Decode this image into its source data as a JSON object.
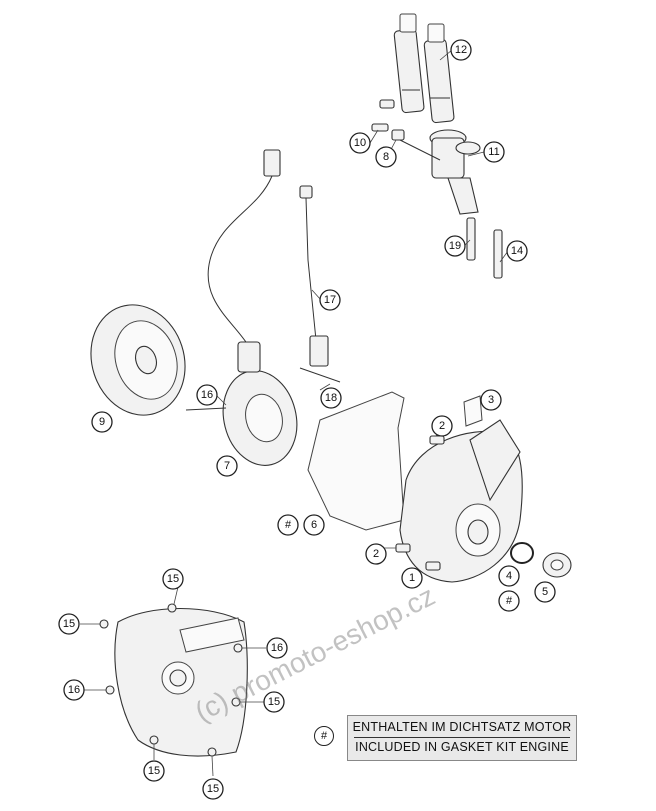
{
  "callouts": [
    {
      "id": "c12",
      "label": "12"
    },
    {
      "id": "c11",
      "label": "11"
    },
    {
      "id": "c10",
      "label": "10"
    },
    {
      "id": "c8",
      "label": "8"
    },
    {
      "id": "c19",
      "label": "19"
    },
    {
      "id": "c14",
      "label": "14"
    },
    {
      "id": "c17",
      "label": "17"
    },
    {
      "id": "c16a",
      "label": "16"
    },
    {
      "id": "c9",
      "label": "9"
    },
    {
      "id": "c18",
      "label": "18"
    },
    {
      "id": "c3",
      "label": "3"
    },
    {
      "id": "c2a",
      "label": "2"
    },
    {
      "id": "c7",
      "label": "7"
    },
    {
      "id": "c6hash",
      "label": "#"
    },
    {
      "id": "c6",
      "label": "6"
    },
    {
      "id": "c2b",
      "label": "2"
    },
    {
      "id": "c1",
      "label": "1"
    },
    {
      "id": "c4",
      "label": "4"
    },
    {
      "id": "c4hash",
      "label": "#"
    },
    {
      "id": "c5",
      "label": "5"
    },
    {
      "id": "c15a",
      "label": "15"
    },
    {
      "id": "c15b",
      "label": "15"
    },
    {
      "id": "c16b",
      "label": "16"
    },
    {
      "id": "c16c",
      "label": "16"
    },
    {
      "id": "c15c",
      "label": "15"
    },
    {
      "id": "c15d",
      "label": "15"
    },
    {
      "id": "c15e",
      "label": "15"
    }
  ],
  "gasket_note": {
    "symbol": "#",
    "line1": "ENTHALTEN IM DICHTSATZ MOTOR",
    "line2": "INCLUDED IN GASKET KIT ENGINE"
  },
  "watermark": "(c) promoto-eshop.cz"
}
